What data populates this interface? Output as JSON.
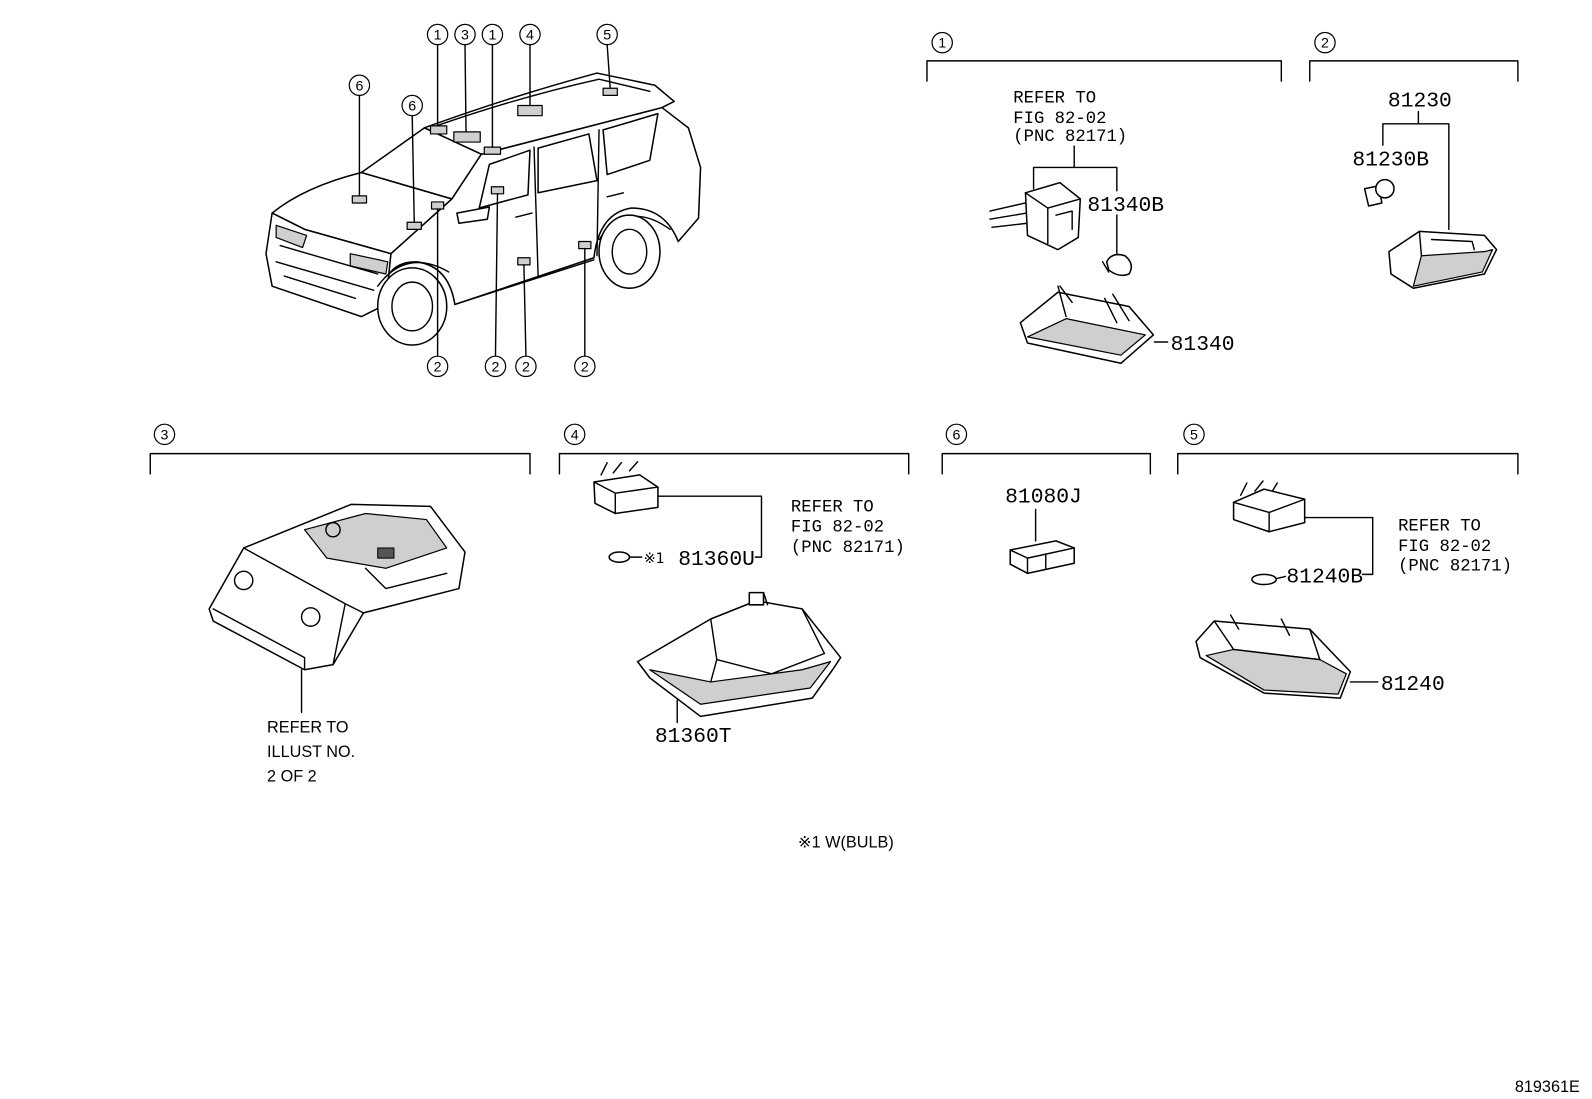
{
  "figure_id": "819361E",
  "footnote": "※1 W(BULB)",
  "overview": {
    "callouts_top": [
      "1",
      "3",
      "1",
      "4",
      "5"
    ],
    "callouts_left": [
      "6",
      "6"
    ],
    "callouts_bottom": [
      "2",
      "2",
      "2",
      "2"
    ]
  },
  "section_1": {
    "number": "1",
    "refer_to": "REFER TO",
    "refer_fig": "FIG 82-02",
    "refer_pnc": "(PNC 82171)",
    "bulb": "81340B",
    "lamp": "81340"
  },
  "section_2": {
    "number": "2",
    "assembly": "81230",
    "bulb": "81230B"
  },
  "section_3": {
    "number": "3",
    "refer_to": "REFER TO",
    "refer_illust": "ILLUST NO.",
    "refer_page": "2 OF 2"
  },
  "section_4": {
    "number": "4",
    "refer_to": "REFER TO",
    "refer_fig": "FIG 82-02",
    "refer_pnc": "(PNC 82171)",
    "note_mark": "※1",
    "bulb": "81360U",
    "lamp": "81360T"
  },
  "section_5": {
    "number": "5",
    "refer_to": "REFER TO",
    "refer_fig": "FIG 82-02",
    "refer_pnc": "(PNC 82171)",
    "bulb": "81240B",
    "lamp": "81240"
  },
  "section_6": {
    "number": "6",
    "part": "81080J"
  }
}
